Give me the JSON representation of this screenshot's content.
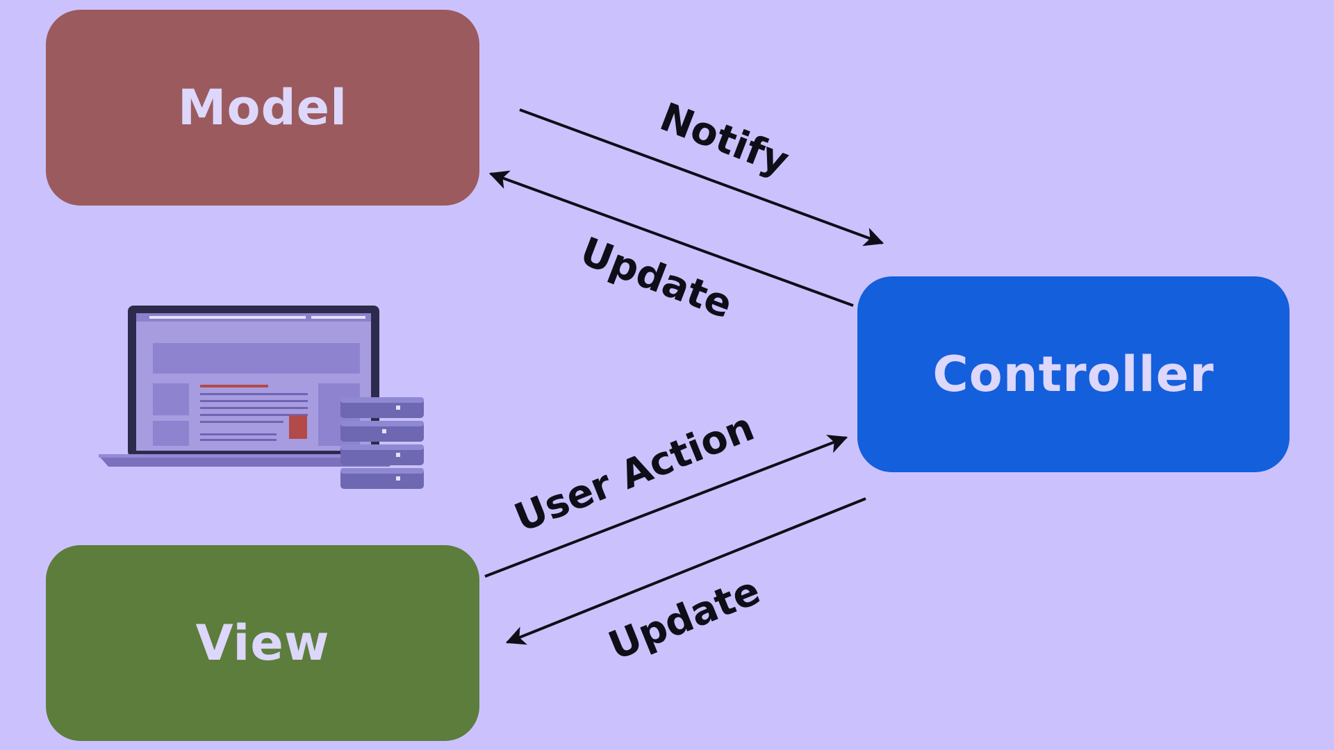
{
  "nodes": {
    "model": "Model",
    "view": "View",
    "controller": "Controller"
  },
  "edges": {
    "notify": "Notify",
    "update_to_model": "Update",
    "user_action": "User Action",
    "update_to_view": "Update"
  },
  "colors": {
    "background": "#cbc2fd",
    "model": "#9b5a5d",
    "view": "#5c7d3c",
    "controller": "#145fdc",
    "node_text": "#ddd7fb",
    "arrow": "#0e0e18"
  },
  "illustration": {
    "laptop": "laptop-icon",
    "server": "server-stack-icon"
  }
}
